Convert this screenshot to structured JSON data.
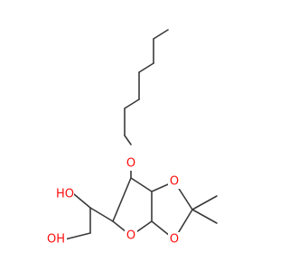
{
  "molecule": {
    "atom_labels": [
      {
        "text": "O",
        "role": "heptyl-ether-oxygen"
      },
      {
        "text": "O",
        "role": "dioxolane-oxygen-upper"
      },
      {
        "text": "O",
        "role": "dioxolane-oxygen-lower"
      },
      {
        "text": "O",
        "role": "furanose-ring-oxygen"
      },
      {
        "text": "HO",
        "role": "secondary-hydroxyl"
      },
      {
        "text": "OH",
        "role": "primary-hydroxyl"
      }
    ],
    "colors": {
      "bond": "#3a3a3a",
      "heteroatom": "#ff0d0d"
    }
  }
}
